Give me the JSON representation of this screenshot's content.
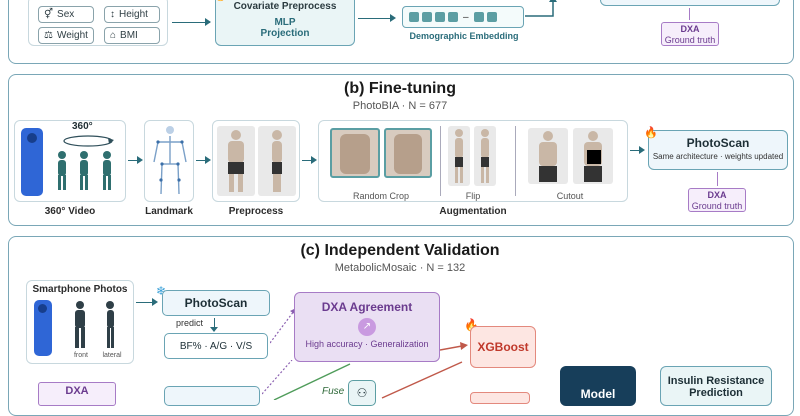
{
  "section_a": {
    "chips": [
      {
        "icon": "sex-icon",
        "label": "Sex"
      },
      {
        "icon": "height-icon",
        "label": "Height"
      },
      {
        "icon": "weight-icon",
        "label": "Weight"
      },
      {
        "icon": "bmi-icon",
        "label": "BMI"
      }
    ],
    "covariate_title": "Covariate Preprocess",
    "covariate_line2": "MLP",
    "covariate_line3": "Projection",
    "embedding_label": "Demographic Embedding",
    "dxa_label": "DXA",
    "dxa_sub": "Ground truth"
  },
  "section_b": {
    "title": "(b) Fine-tuning",
    "subtitle": "PhotoBIA · N = 677",
    "rotation_label": "360°",
    "steps": [
      "360° Video",
      "Landmark",
      "Preprocess",
      "Augmentation"
    ],
    "aug_labels": [
      "Random Crop",
      "Flip",
      "Cutout"
    ],
    "photoscan_title": "PhotoScan",
    "photoscan_sub": "Same architecture · weights updated",
    "dxa_label": "DXA",
    "dxa_sub": "Ground truth"
  },
  "section_c": {
    "title": "(c) Independent Validation",
    "subtitle": "MetabolicMosaic · N = 132",
    "photos_title": "Smartphone Photos",
    "photo_labels": [
      "front",
      "lateral"
    ],
    "photoscan_title": "PhotoScan",
    "predict_label": "predict",
    "outputs_label": "BF% · A/G · V/S",
    "agreement_title": "DXA Agreement",
    "agreement_sub": "High accuracy · Generalization",
    "xgboost_label": "XGBoost",
    "fuse_label": "Fuse",
    "model_label": "Model",
    "insulin_line1": "Insulin Resistance",
    "insulin_line2": "Prediction",
    "dxa_label": "DXA"
  }
}
